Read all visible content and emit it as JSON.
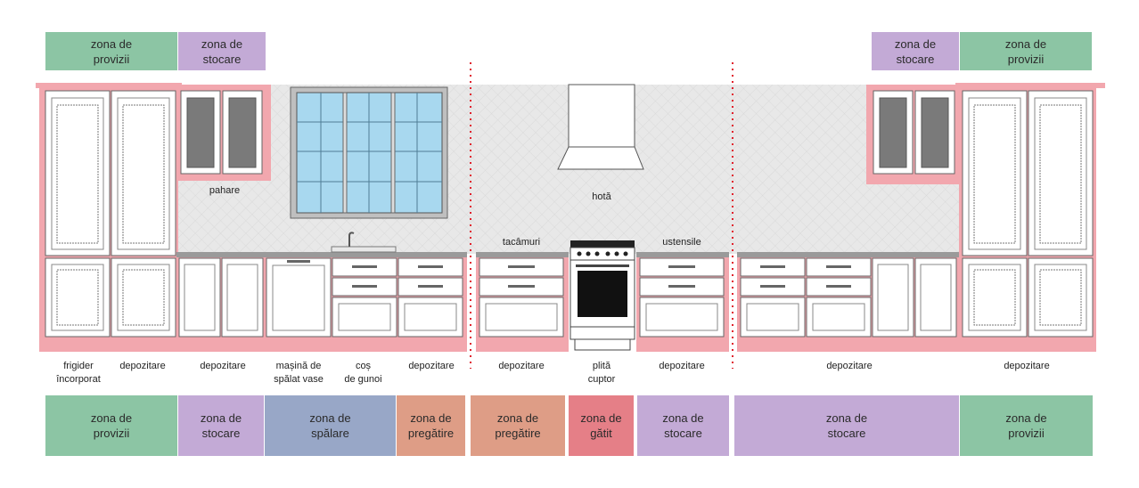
{
  "colors": {
    "provizii": "#8cc5a4",
    "stocare": "#c3aad6",
    "spalare": "#98a7c7",
    "pregatire": "#de9d86",
    "gatit": "#e57f87",
    "cabinet_outline": "#f2a7ae",
    "wall": "#e6e6e6",
    "window_glass": "#a8d8ef",
    "divider": "#e0212d"
  },
  "top_zones": {
    "left_provizii": "zona de\nprovizii",
    "left_stocare": "zona de\nstocare",
    "right_stocare": "zona de\nstocare",
    "right_provizii": "zona de\nprovizii"
  },
  "appliance_labels": {
    "pahare": "pahare",
    "hota": "hotă",
    "tacamuri": "tacâmuri",
    "ustensile": "ustensile"
  },
  "bottom_labels": [
    "frigider\nîncorporat",
    "depozitare",
    "depozitare",
    "mașină de\nspălat vase",
    "coș\nde gunoi",
    "depozitare",
    "depozitare",
    "plită\ncuptor",
    "depozitare",
    "depozitare",
    "depozitare"
  ],
  "bottom_zones": [
    "zona de\nprovizii",
    "zona de\nstocare",
    "zona de\nspălare",
    "zona de\npregătire",
    "zona de\npregătire",
    "zona de\ngătit",
    "zona de\nstocare",
    "zona de\nstocare",
    "zona de\nprovizii"
  ]
}
